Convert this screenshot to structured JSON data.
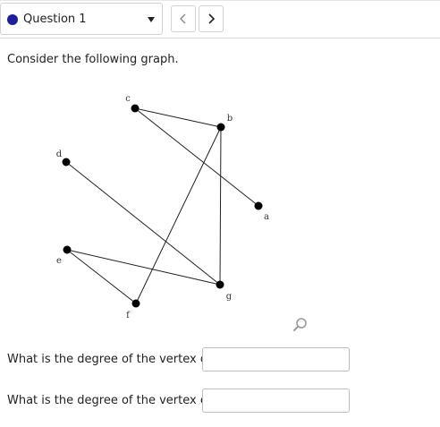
{
  "header": {
    "question_label": "Question 1",
    "status_color": "#1f1f99",
    "prev_icon": "chevron-left-icon",
    "next_icon": "chevron-right-icon"
  },
  "prompt": "Consider the following graph.",
  "graph": {
    "vertices": [
      {
        "id": "a",
        "label": "a"
      },
      {
        "id": "b",
        "label": "b"
      },
      {
        "id": "c",
        "label": "c"
      },
      {
        "id": "d",
        "label": "d"
      },
      {
        "id": "e",
        "label": "e"
      },
      {
        "id": "f",
        "label": "f"
      },
      {
        "id": "g",
        "label": "g"
      }
    ],
    "edges": [
      [
        "c",
        "b"
      ],
      [
        "c",
        "a"
      ],
      [
        "b",
        "g"
      ],
      [
        "b",
        "f"
      ],
      [
        "d",
        "g"
      ],
      [
        "e",
        "g"
      ],
      [
        "e",
        "f"
      ]
    ]
  },
  "zoom_icon": "magnifier-icon",
  "questions": [
    {
      "text": "What is the degree of the vertex d?",
      "value": ""
    },
    {
      "text": "What is the degree of the vertex e?",
      "value": ""
    }
  ]
}
